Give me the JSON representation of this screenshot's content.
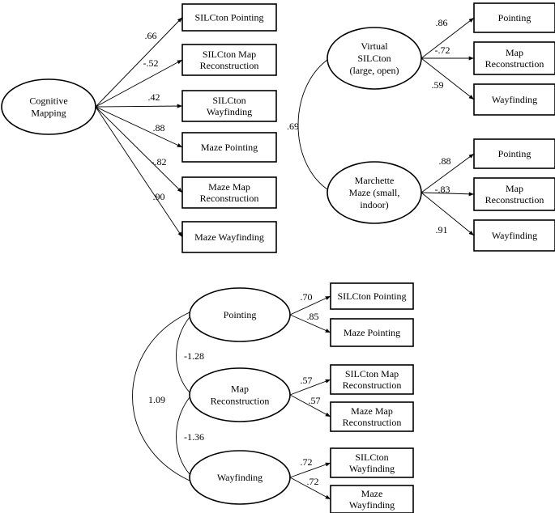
{
  "panels": [
    {
      "latents": [
        {
          "id": "cog",
          "lines": [
            "Cognitive",
            "Mapping"
          ]
        }
      ],
      "indicators": [
        {
          "id": "sp",
          "lines": [
            "SILCton Pointing"
          ]
        },
        {
          "id": "smr",
          "lines": [
            "SILCton Map",
            "Reconstruction"
          ]
        },
        {
          "id": "sw",
          "lines": [
            "SILCton",
            "Wayfinding"
          ]
        },
        {
          "id": "mp",
          "lines": [
            "Maze Pointing"
          ]
        },
        {
          "id": "mmr",
          "lines": [
            "Maze Map",
            "Reconstruction"
          ]
        },
        {
          "id": "mw",
          "lines": [
            "Maze Wayfinding"
          ]
        }
      ],
      "loadings": [
        {
          "from": "cog",
          "to": "sp",
          "value": ".66"
        },
        {
          "from": "cog",
          "to": "smr",
          "value": "-.52"
        },
        {
          "from": "cog",
          "to": "sw",
          "value": ".42"
        },
        {
          "from": "cog",
          "to": "mp",
          "value": ".88"
        },
        {
          "from": "cog",
          "to": "mmr",
          "value": "-.82"
        },
        {
          "from": "cog",
          "to": "mw",
          "value": ".90"
        }
      ],
      "correlations": []
    },
    {
      "latents": [
        {
          "id": "vs",
          "lines": [
            "Virtual",
            "SILCton",
            "(large, open)"
          ]
        },
        {
          "id": "mm",
          "lines": [
            "Marchette",
            "Maze (small,",
            "indoor)"
          ]
        }
      ],
      "indicators": [
        {
          "id": "vs_p",
          "lines": [
            "Pointing"
          ]
        },
        {
          "id": "vs_m",
          "lines": [
            "Map",
            "Reconstruction"
          ]
        },
        {
          "id": "vs_w",
          "lines": [
            "Wayfinding"
          ]
        },
        {
          "id": "mm_p",
          "lines": [
            "Pointing"
          ]
        },
        {
          "id": "mm_m",
          "lines": [
            "Map",
            "Reconstruction"
          ]
        },
        {
          "id": "mm_w",
          "lines": [
            "Wayfinding"
          ]
        }
      ],
      "loadings": [
        {
          "from": "vs",
          "to": "vs_p",
          "value": ".86"
        },
        {
          "from": "vs",
          "to": "vs_m",
          "value": "-.72"
        },
        {
          "from": "vs",
          "to": "vs_w",
          "value": ".59"
        },
        {
          "from": "mm",
          "to": "mm_p",
          "value": ".88"
        },
        {
          "from": "mm",
          "to": "mm_m",
          "value": "-.83"
        },
        {
          "from": "mm",
          "to": "mm_w",
          "value": ".91"
        }
      ],
      "correlations": [
        {
          "from": "vs",
          "to": "mm",
          "value": ".69"
        }
      ]
    },
    {
      "latents": [
        {
          "id": "pt",
          "lines": [
            "Pointing"
          ]
        },
        {
          "id": "mr",
          "lines": [
            "Map",
            "Reconstruction"
          ]
        },
        {
          "id": "wf",
          "lines": [
            "Wayfinding"
          ]
        }
      ],
      "indicators": [
        {
          "id": "b_sp",
          "lines": [
            "SILCton Pointing"
          ]
        },
        {
          "id": "b_mp",
          "lines": [
            "Maze Pointing"
          ]
        },
        {
          "id": "b_smr",
          "lines": [
            "SILCton Map",
            "Reconstruction"
          ]
        },
        {
          "id": "b_mmr",
          "lines": [
            "Maze Map",
            "Reconstruction"
          ]
        },
        {
          "id": "b_sw",
          "lines": [
            "SILCton",
            "Wayfinding"
          ]
        },
        {
          "id": "b_mw",
          "lines": [
            "Maze",
            "Wayfinding"
          ]
        }
      ],
      "loadings": [
        {
          "from": "pt",
          "to": "b_sp",
          "value": ".70"
        },
        {
          "from": "pt",
          "to": "b_mp",
          "value": ".85"
        },
        {
          "from": "mr",
          "to": "b_smr",
          "value": ".57"
        },
        {
          "from": "mr",
          "to": "b_mmr",
          "value": ".57"
        },
        {
          "from": "wf",
          "to": "b_sw",
          "value": ".72"
        },
        {
          "from": "wf",
          "to": "b_mw",
          "value": ".72"
        }
      ],
      "correlations": [
        {
          "from": "pt",
          "to": "mr",
          "value": "-1.28"
        },
        {
          "from": "mr",
          "to": "wf",
          "value": "-1.36"
        },
        {
          "from": "pt",
          "to": "wf",
          "value": "1.09"
        }
      ]
    }
  ]
}
